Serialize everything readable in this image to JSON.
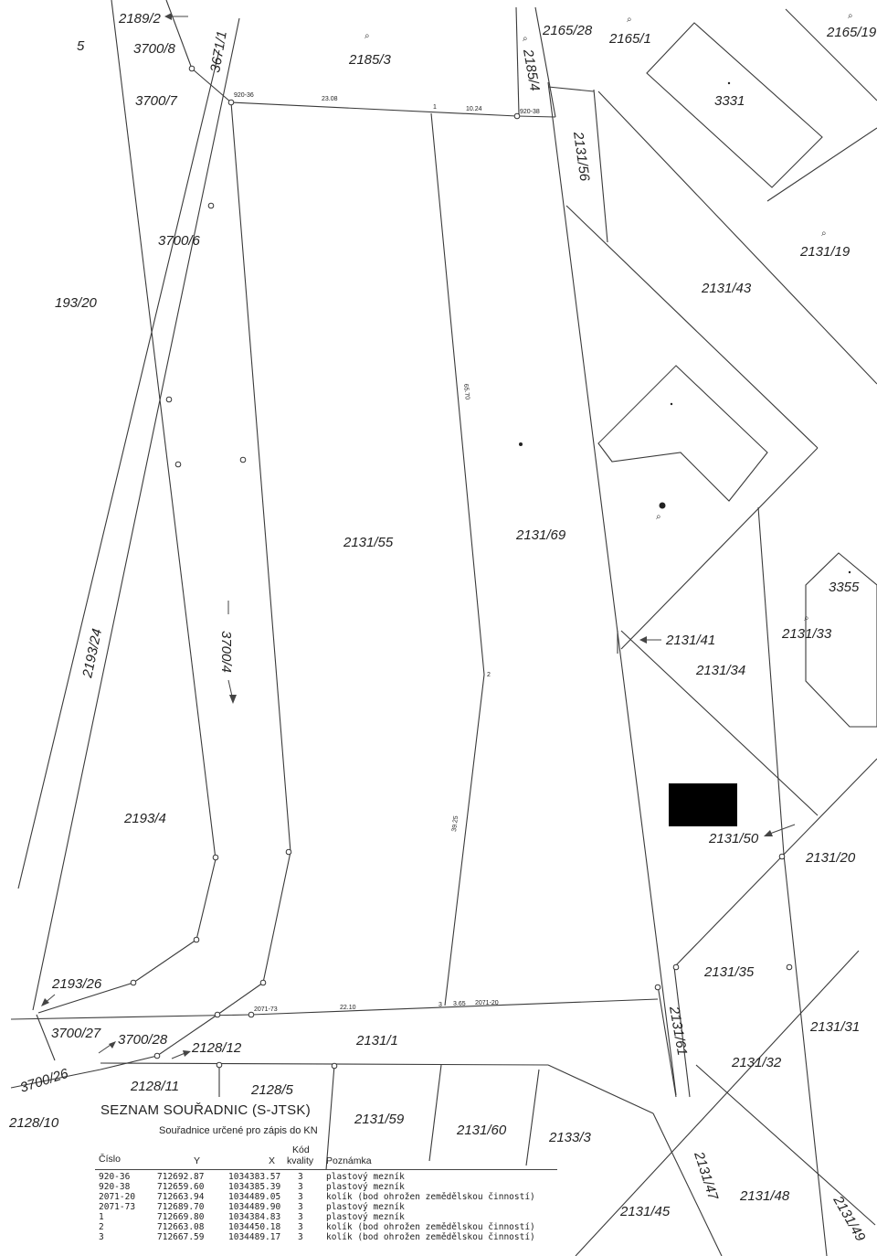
{
  "parcels": [
    "2189/2",
    "3700/8",
    "3671/1",
    "3700/7",
    "2185/3",
    "2185/4",
    "2165/28",
    "2165/1",
    "3331",
    "2165/19",
    "2131/56",
    "3700/6",
    "193/20",
    "2131/19",
    "2131/43",
    "2131/55",
    "2131/69",
    "3700/4",
    "2193/24",
    "2131/41",
    "2131/34",
    "3355",
    "2131/33",
    "2193/4",
    "2131/50",
    "2131/20",
    "2193/26",
    "2131/35",
    "3700/27",
    "3700/28",
    "2128/12",
    "2131/1",
    "2131/61",
    "2131/31",
    "2131/32",
    "3700/26",
    "2128/11",
    "2128/5",
    "2128/10",
    "2131/59",
    "2131/60",
    "2133/3",
    "2131/47",
    "2131/48",
    "2131/45",
    "2131/49",
    "5"
  ],
  "point_ids": [
    "920-36",
    "920-38",
    "2071-73",
    "2071-20",
    "1",
    "2",
    "3"
  ],
  "measurements": [
    "23.08",
    "10.24",
    "65.70",
    "39.25",
    "22.10",
    "3.65"
  ],
  "coordinates_list": {
    "title": "SEZNAM SOUŘADNIC (S-JTSK)",
    "subtitle": "Souřadnice určené pro zápis do KN",
    "columns": {
      "cislo": "Číslo",
      "y": "Y",
      "x": "X",
      "kod": "Kód",
      "kvality": "kvality",
      "poznamka": "Poznámka"
    },
    "rows": [
      {
        "id": "920-36",
        "y": "712692.87",
        "x": "1034383.57",
        "q": "3",
        "note": "plastový mezník"
      },
      {
        "id": "920-38",
        "y": "712659.60",
        "x": "1034385.39",
        "q": "3",
        "note": "plastový mezník"
      },
      {
        "id": "2071-20",
        "y": "712663.94",
        "x": "1034489.05",
        "q": "3",
        "note": "kolík (bod ohrožen zemědělskou činností)"
      },
      {
        "id": "2071-73",
        "y": "712689.70",
        "x": "1034489.90",
        "q": "3",
        "note": "plastový mezník"
      },
      {
        "id": "1",
        "y": "712669.80",
        "x": "1034384.83",
        "q": "3",
        "note": "plastový mezník"
      },
      {
        "id": "2",
        "y": "712663.08",
        "x": "1034450.18",
        "q": "3",
        "note": "kolík (bod ohrožen zemědělskou činností)"
      },
      {
        "id": "3",
        "y": "712667.59",
        "x": "1034489.17",
        "q": "3",
        "note": "kolík (bod ohrožen zemědělskou činností)"
      }
    ]
  }
}
